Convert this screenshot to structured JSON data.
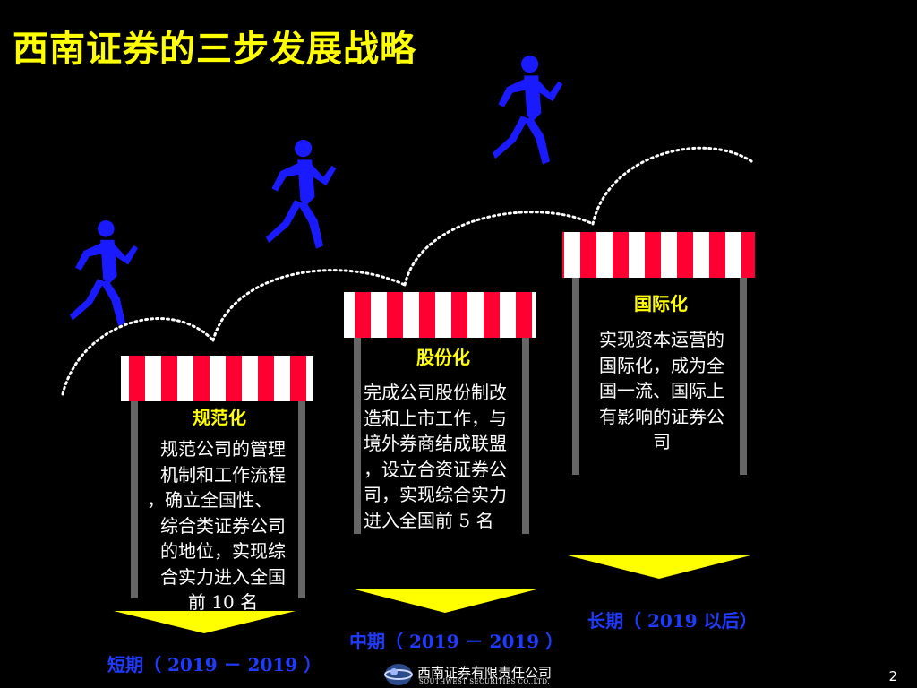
{
  "title": "西南证券的三步发展战略",
  "stages": [
    {
      "name": "规范化",
      "description": [
        "规范公司的管理",
        "机制和工作流程",
        "，确立全国性、",
        "综合类证券公司",
        "的地位，实现综",
        "合实力进入全国",
        "前 10 名"
      ],
      "period": "短期（ 2019 － 2019 ）"
    },
    {
      "name": "股份化",
      "description": [
        "完成公司股份制改",
        "造和上市工作，与",
        "境外券商结成联盟",
        "，设立合资证券公",
        "司，实现综合实力",
        "进入全国前 5 名"
      ],
      "period": "中期（ 2019 － 2019 ）"
    },
    {
      "name": "国际化",
      "description": [
        "实现资本运营的",
        "国际化，成为全",
        "国一流、国际上",
        "有影响的证券公",
        "司"
      ],
      "period": "长期（ 2019 以后）"
    }
  ],
  "footer": {
    "company_cn": "西南证券有限责任公司",
    "company_en": "SOUTHWEST SECURITIES CO.,LTD.",
    "page_number": "2"
  },
  "icons": {
    "runner": "running-man-icon",
    "barrier": "hurdle-barrier-icon",
    "arrow": "down-triangle-arrow-icon",
    "logo": "globe-logo-icon"
  },
  "colors": {
    "background": "#000000",
    "title": "#ffff00",
    "stripe_red": "#ff0033",
    "stripe_white": "#ffffff",
    "post": "#666666",
    "runner": "#1a1aff",
    "period": "#1f3bff",
    "arrow": "#ffff00"
  }
}
